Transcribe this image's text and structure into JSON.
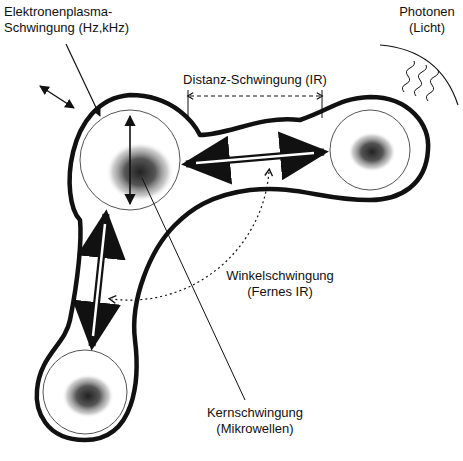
{
  "diagram": {
    "labels": [
      "Elektronenplasma-Schwingung (Hz,kHz)",
      "Distanz-Schwingung (IR)",
      "Photonen (Licht)",
      "Winkelschwingung (Fernes IR)",
      "Kernschwingung (Mikrowellen)"
    ]
  }
}
